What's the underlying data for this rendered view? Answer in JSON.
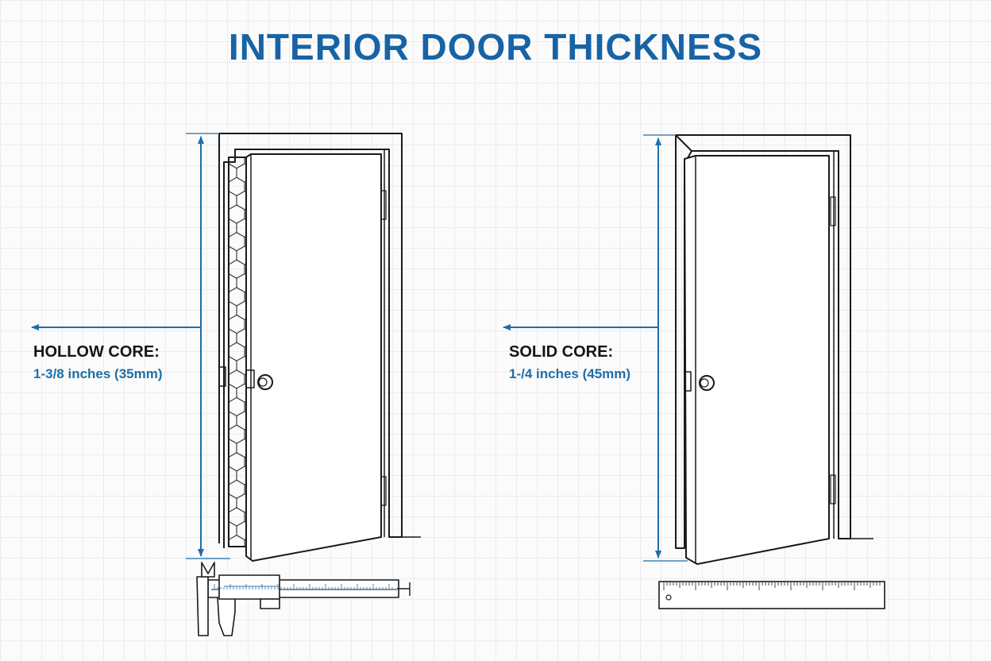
{
  "title": "INTERIOR DOOR THICKNESS",
  "colors": {
    "title": "#1763a6",
    "accent": "#1f6ea8",
    "line": "#1a1a1a",
    "label": "#151515"
  },
  "hollow": {
    "heading": "HOLLOW CORE:",
    "measurement": "1-3/8 inches (35mm)",
    "tool_icon": "caliper-icon"
  },
  "solid": {
    "heading": "SOLID CORE:",
    "measurement": "1-/4 inches (45mm)",
    "tool_icon": "ruler-icon"
  }
}
